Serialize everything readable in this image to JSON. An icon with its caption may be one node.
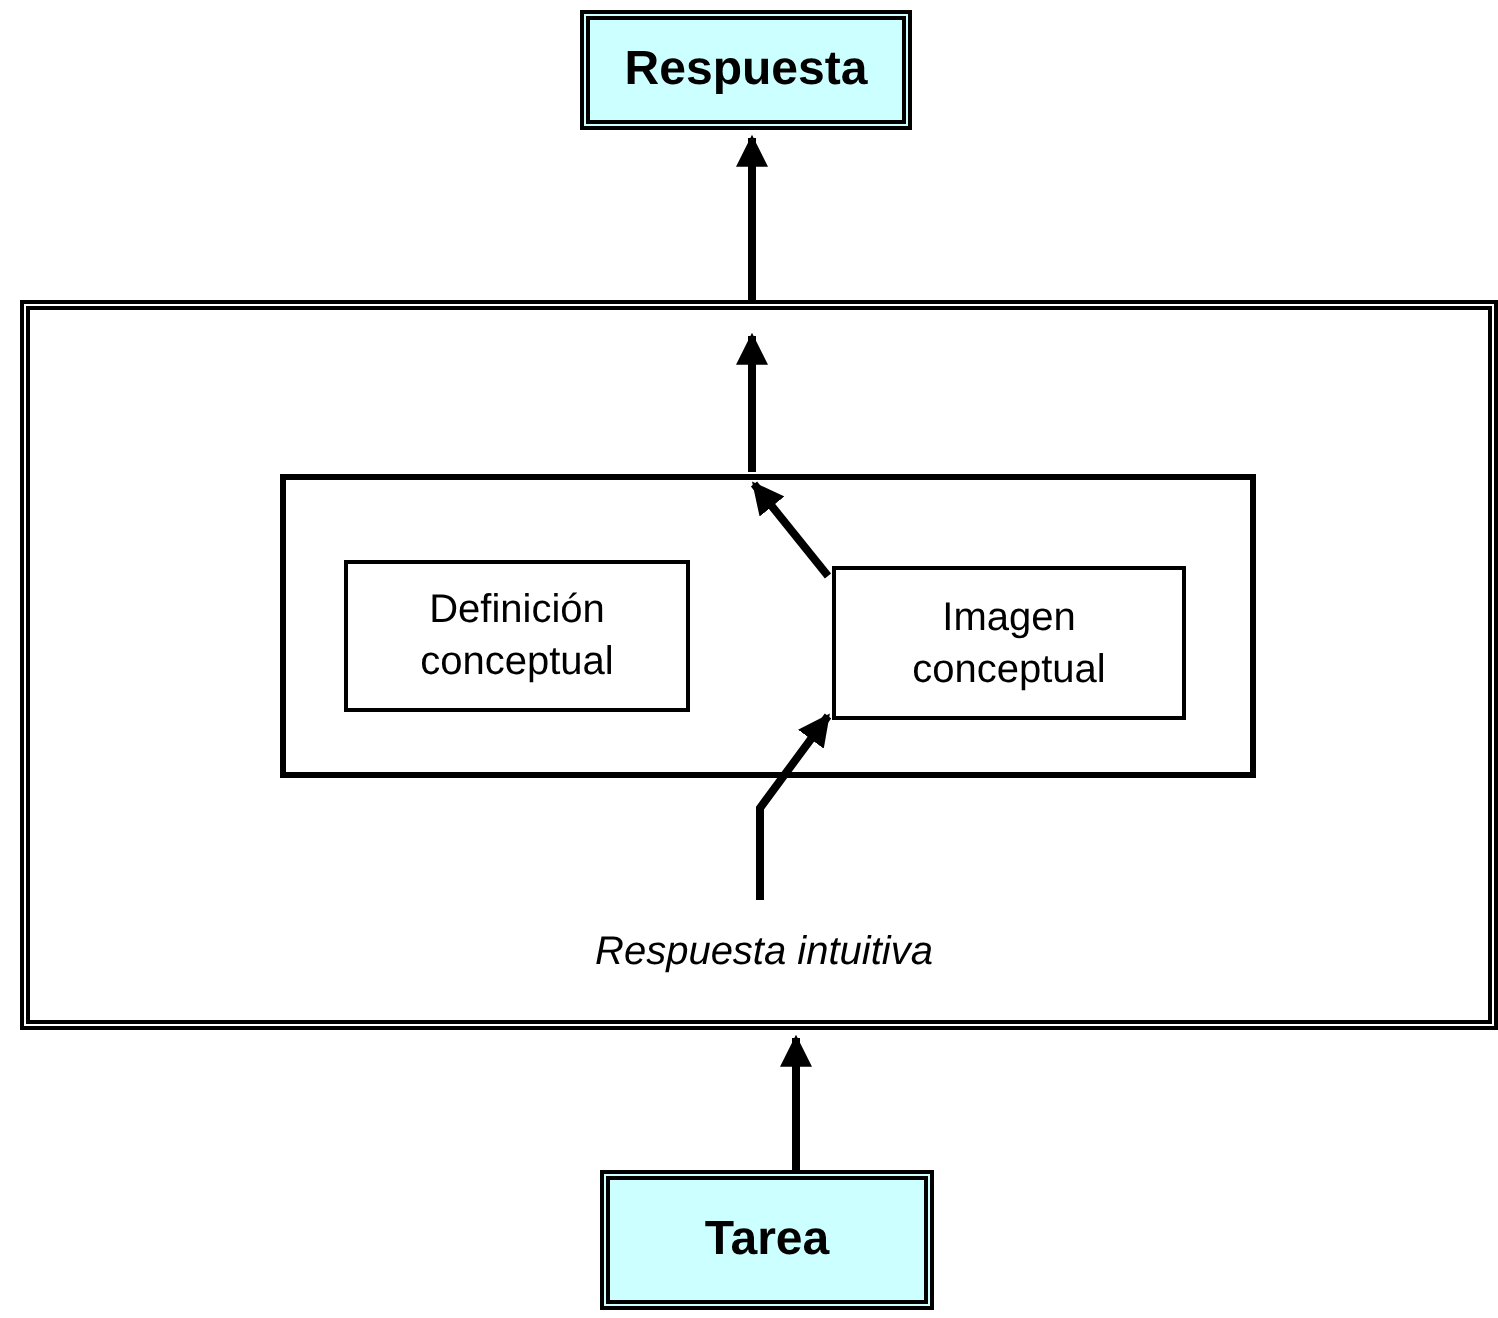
{
  "diagram": {
    "nodes": [
      {
        "text": [
          "Respuesta"
        ]
      },
      {
        "text": [],
        "shape": "box"
      },
      {
        "text": [],
        "shape": "box",
        "in": 1
      },
      {
        "text": [
          "Definición conceptual"
        ],
        "in": 2
      },
      {
        "text": [
          "Imagen conceptual"
        ],
        "in": 2
      },
      {
        "text": [
          "Respuesta intuitiva"
        ],
        "in": 1
      },
      {
        "text": [
          "Tarea"
        ]
      }
    ],
    "edges": [
      {
        "from": 6,
        "to": 1,
        "arrow": "to"
      },
      {
        "from": 5,
        "to": 4,
        "arrow": "to"
      },
      {
        "from": 4,
        "to": 2,
        "arrow": "to"
      },
      {
        "from": 2,
        "to": 1,
        "arrow": "to"
      },
      {
        "from": 1,
        "to": 0,
        "arrow": "to"
      }
    ]
  }
}
